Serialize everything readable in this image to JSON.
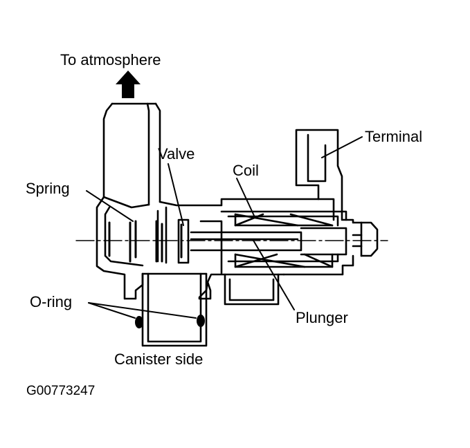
{
  "labels": {
    "atmosphere": "To atmosphere",
    "terminal": "Terminal",
    "valve": "Valve",
    "coil": "Coil",
    "spring": "Spring",
    "o_ring": "O-ring",
    "plunger": "Plunger",
    "canister_side": "Canister side",
    "figure_id": "G00773247"
  },
  "colors": {
    "ink": "#000000",
    "background": "#ffffff"
  }
}
